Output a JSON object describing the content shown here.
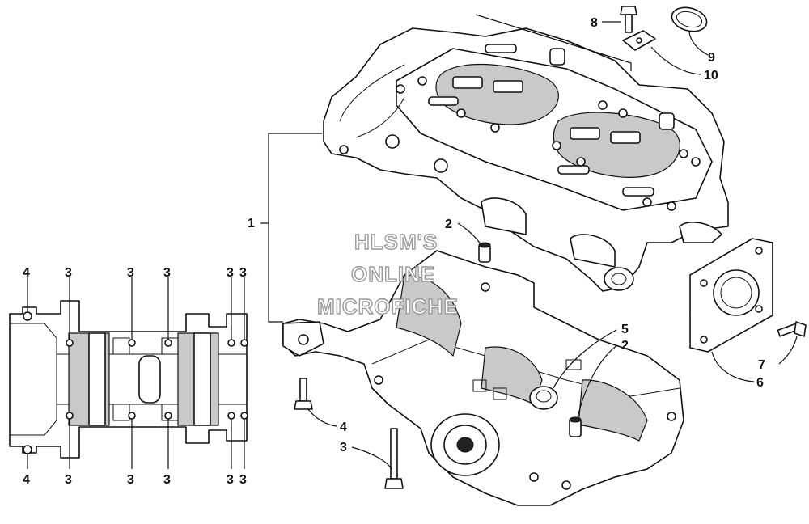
{
  "watermark": {
    "line1": "HLSM'S",
    "line2": "ONLINE",
    "line3": "MICROFICHE"
  },
  "callouts": {
    "c1": "1",
    "c2a": "2",
    "c2b": "2",
    "c3_bolt": "3",
    "c4_bolt": "4",
    "c5": "5",
    "c6": "6",
    "c7": "7",
    "c8": "8",
    "c9": "9",
    "c10": "10",
    "left_top": [
      "4",
      "3",
      "3",
      "3",
      "3",
      "3"
    ],
    "left_bottom": [
      "4",
      "3",
      "3",
      "3",
      "3",
      "3"
    ]
  },
  "colors": {
    "line": "#111111",
    "shade": "#c9c9c9",
    "watermark_stroke": "#9a9a9a"
  }
}
